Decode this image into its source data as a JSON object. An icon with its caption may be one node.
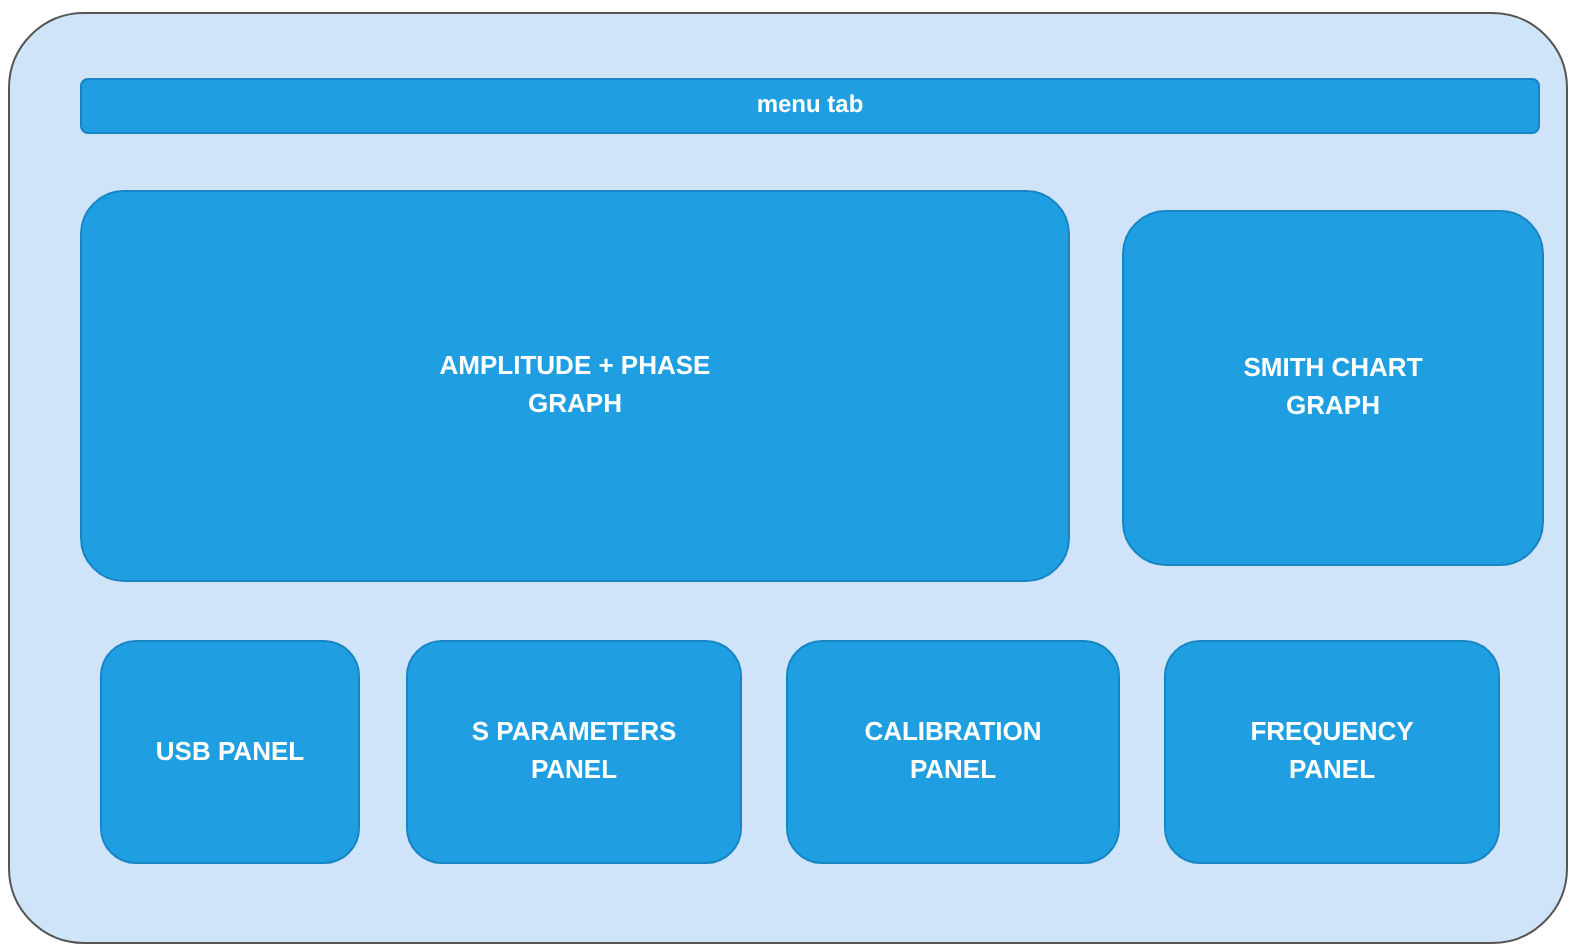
{
  "diagram": {
    "nodes": [
      {
        "text": [],
        "shape": "box"
      },
      {
        "text": [
          "menu tab"
        ],
        "in": 0
      },
      {
        "text": [
          "AMPLITUDE + PHASE GRAPH"
        ],
        "in": 0
      },
      {
        "text": [
          "SMITH CHART GRAPH"
        ],
        "in": 0
      },
      {
        "text": [
          "USB PANEL"
        ],
        "in": 0
      },
      {
        "text": [
          "S PARAMETERS PANEL"
        ],
        "in": 0
      },
      {
        "text": [
          "CALIBRATION PANEL"
        ],
        "in": 0
      },
      {
        "text": [
          "FREQUENCY PANEL"
        ],
        "in": 0
      }
    ]
  }
}
